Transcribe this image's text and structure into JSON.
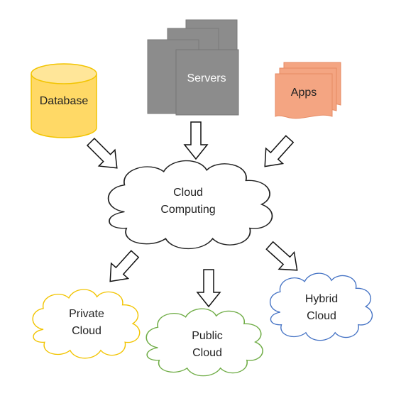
{
  "nodes": {
    "database": {
      "label": "Database",
      "fill": "#FFD966",
      "stroke": "#F2C400"
    },
    "servers": {
      "label": "Servers",
      "fill": "#8C8C8C",
      "stroke": "#7A7A7A"
    },
    "apps": {
      "label": "Apps",
      "fill": "#F4A582",
      "stroke": "#E68A63"
    },
    "cloud_computing": {
      "line1": "Cloud",
      "line2": "Computing",
      "stroke": "#222222"
    },
    "private_cloud": {
      "line1": "Private",
      "line2": "Cloud",
      "stroke": "#F2C400"
    },
    "public_cloud": {
      "line1": "Public",
      "line2": "Cloud",
      "stroke": "#70AD47"
    },
    "hybrid_cloud": {
      "line1": "Hybrid",
      "line2": "Cloud",
      "stroke": "#4472C4"
    }
  },
  "edges": [
    {
      "from": "database",
      "to": "cloud_computing"
    },
    {
      "from": "servers",
      "to": "cloud_computing"
    },
    {
      "from": "apps",
      "to": "cloud_computing"
    },
    {
      "from": "cloud_computing",
      "to": "private_cloud"
    },
    {
      "from": "cloud_computing",
      "to": "public_cloud"
    },
    {
      "from": "cloud_computing",
      "to": "hybrid_cloud"
    }
  ]
}
